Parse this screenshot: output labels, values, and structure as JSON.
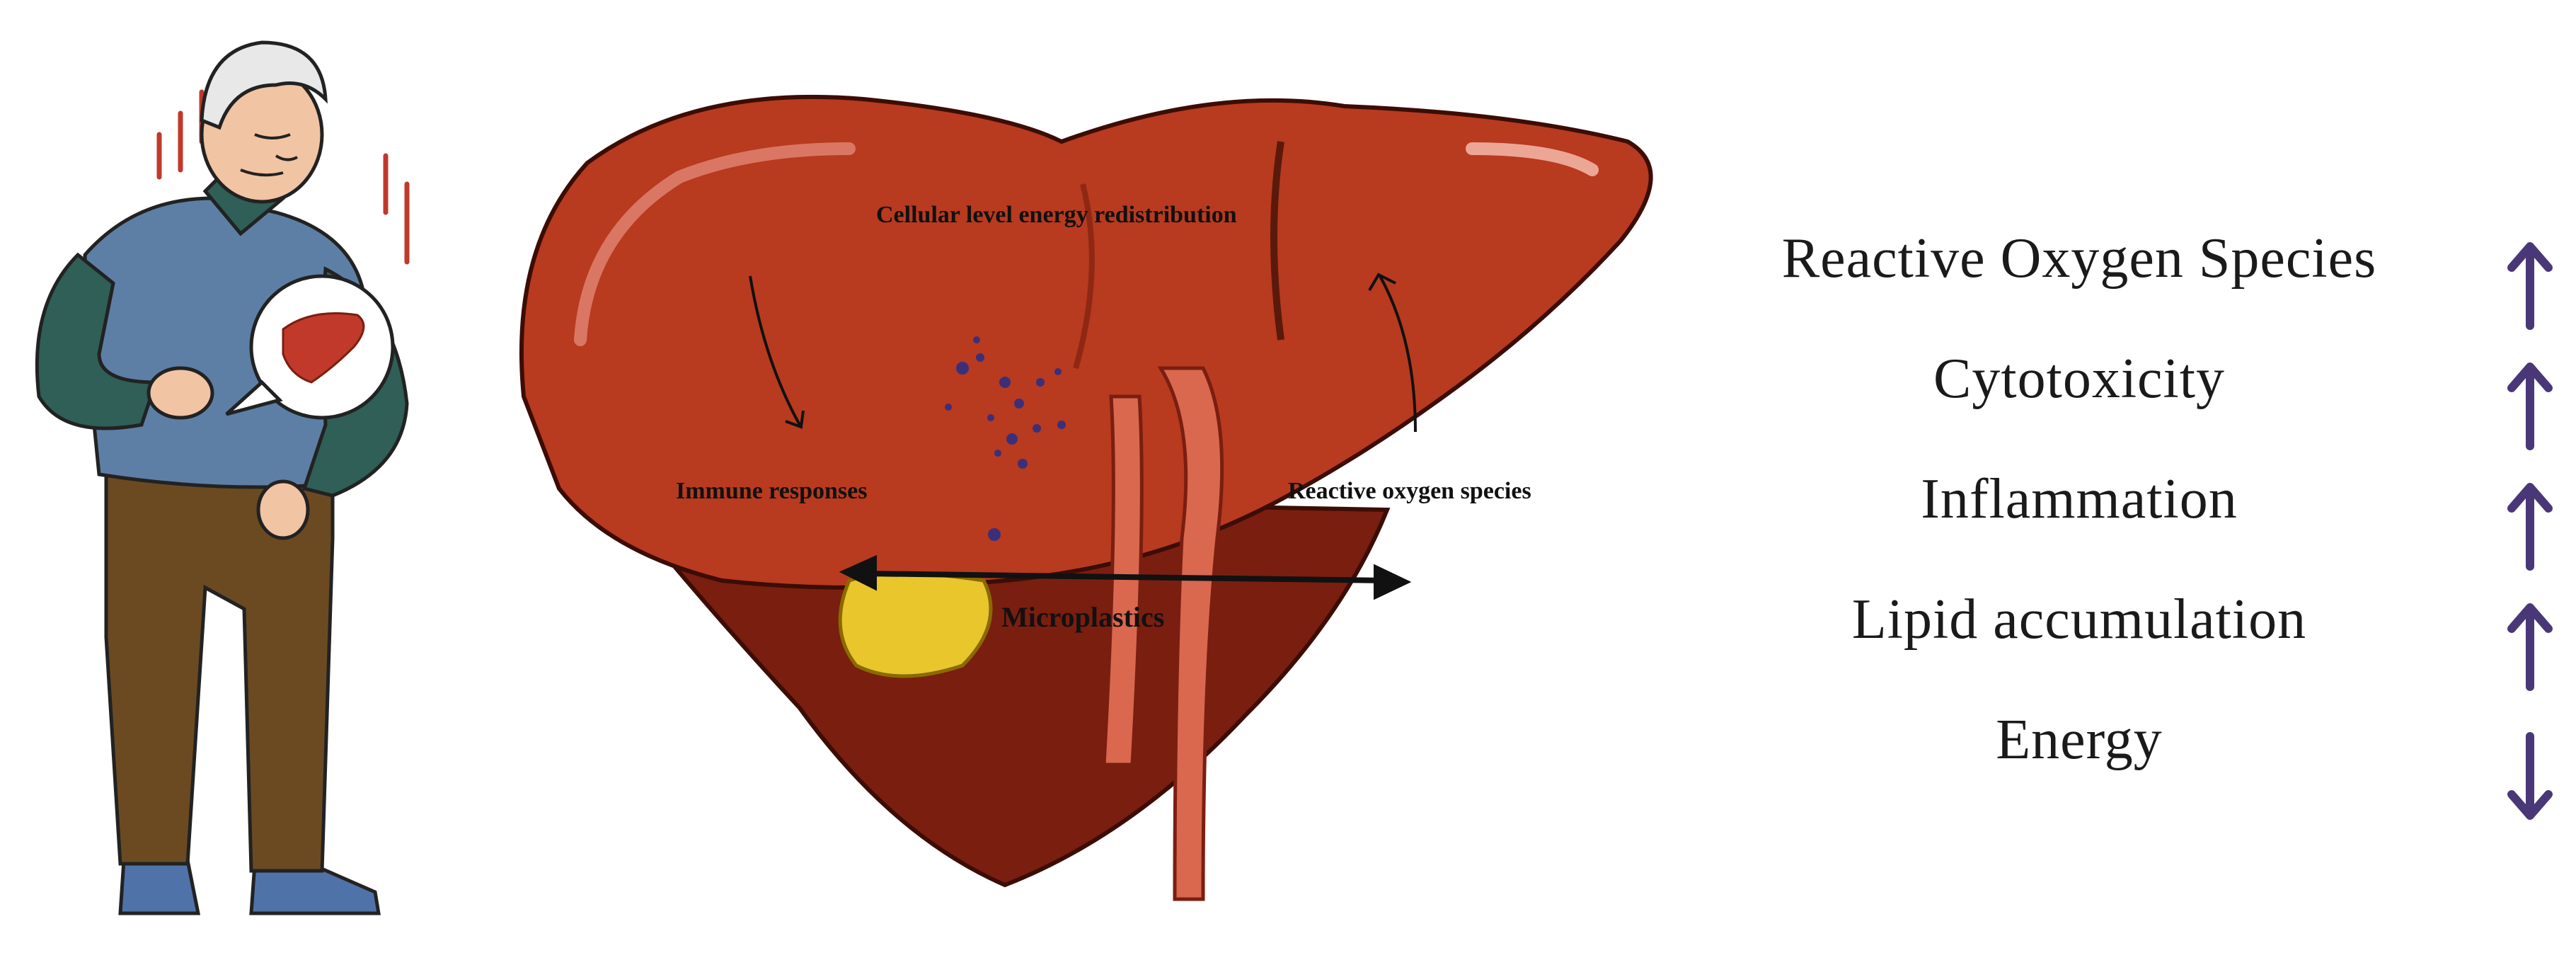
{
  "liver_labels": {
    "energy": "Cellular level energy redistribution",
    "immune": "Immune responses",
    "ros": "Reactive oxygen species",
    "microplastics": "Microplastics"
  },
  "effects": [
    {
      "label": "Reactive Oxygen Species",
      "direction": "up",
      "icon": "arrow-up-icon"
    },
    {
      "label": "Cytotoxicity",
      "direction": "up",
      "icon": "arrow-up-icon"
    },
    {
      "label": "Inflammation",
      "direction": "up",
      "icon": "arrow-up-icon"
    },
    {
      "label": "Lipid accumulation",
      "direction": "up",
      "icon": "arrow-up-icon"
    },
    {
      "label": "Energy",
      "direction": "down",
      "icon": "arrow-down-icon"
    }
  ],
  "colors": {
    "arrow": "#4a3778",
    "liver": "#b83a1f",
    "liver_dark": "#7a1e10",
    "gallbladder": "#e8c62c",
    "vessel": "#d9684f",
    "particles": "#3b2f7a"
  }
}
